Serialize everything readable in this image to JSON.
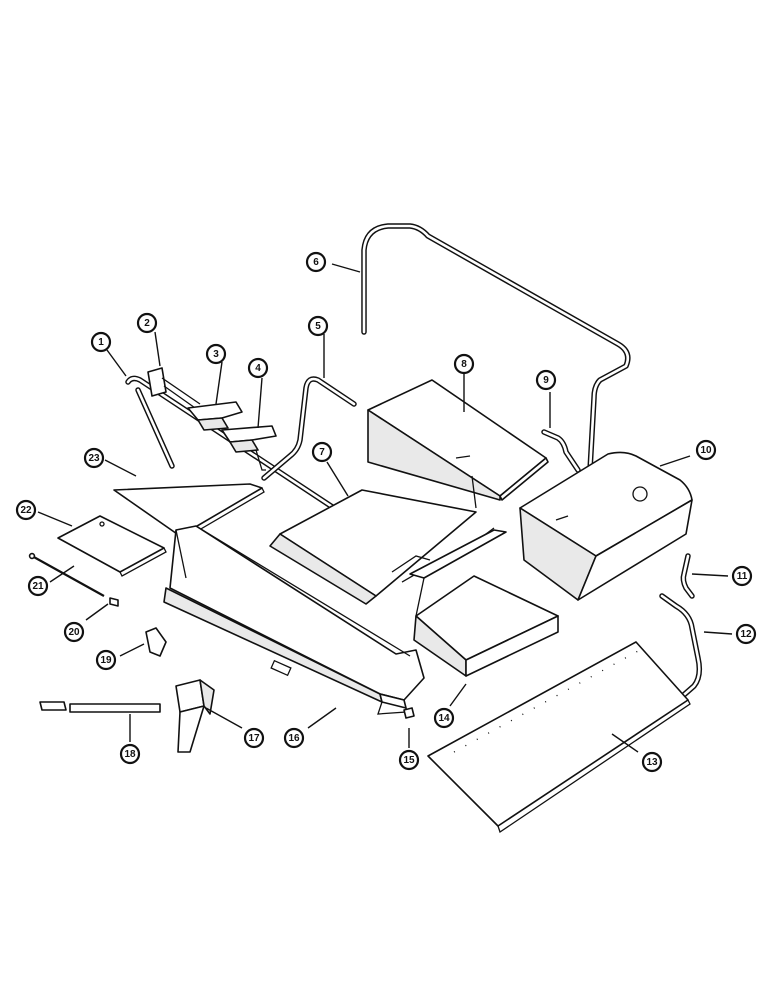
{
  "callouts": [
    {
      "id": "1",
      "label": "1"
    },
    {
      "id": "2",
      "label": "2"
    },
    {
      "id": "3",
      "label": "3"
    },
    {
      "id": "4",
      "label": "4"
    },
    {
      "id": "5",
      "label": "5"
    },
    {
      "id": "6a",
      "label": "6"
    },
    {
      "id": "7",
      "label": "7"
    },
    {
      "id": "8",
      "label": "8"
    },
    {
      "id": "9",
      "label": "9"
    },
    {
      "id": "10",
      "label": "10"
    },
    {
      "id": "11",
      "label": "11"
    },
    {
      "id": "12",
      "label": "12"
    },
    {
      "id": "13",
      "label": "13"
    },
    {
      "id": "14",
      "label": "14"
    },
    {
      "id": "15",
      "label": "15"
    },
    {
      "id": "16",
      "label": "16"
    },
    {
      "id": "17",
      "label": "17"
    },
    {
      "id": "18",
      "label": "18"
    },
    {
      "id": "19",
      "label": "19"
    },
    {
      "id": "20",
      "label": "20"
    },
    {
      "id": "21",
      "label": "21"
    },
    {
      "id": "22",
      "label": "22"
    },
    {
      "id": "23",
      "label": "23"
    }
  ]
}
